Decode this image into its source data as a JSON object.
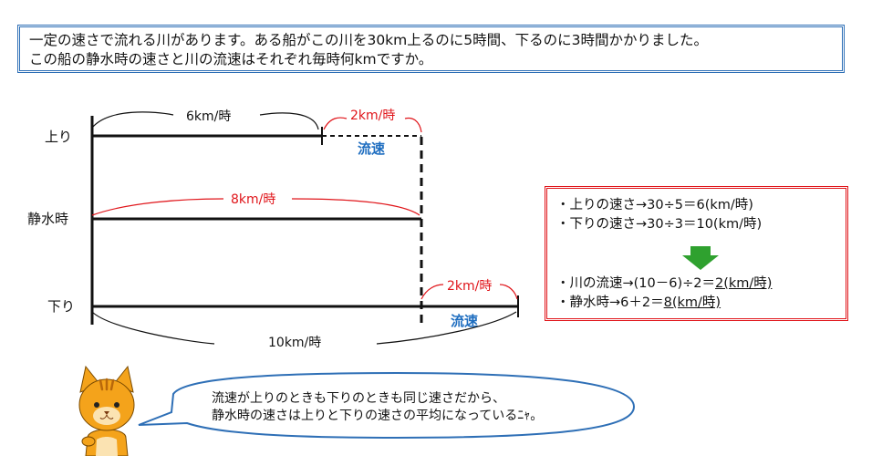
{
  "problem": {
    "line1": "一定の速さで流れる川があります。ある船がこの川を30km上るのに5時間、下るのに3時間かかりました。",
    "line2": "この船の静水時の速さと川の流速はそれぞれ毎時何kmですか。"
  },
  "diagram": {
    "row_labels": {
      "up": "上り",
      "still": "静水時",
      "down": "下り"
    },
    "up_speed": "6km/時",
    "up_current": "2km/時",
    "up_current_name": "流速",
    "still_speed": "8km/時",
    "down_current": "2km/時",
    "down_current_name": "流速",
    "down_speed": "10km/時"
  },
  "calc": {
    "line1": "・上りの速さ→30÷5＝6(km/時)",
    "line2": "・下りの速さ→30÷3＝10(km/時)",
    "line3_prefix": "・川の流速→(10－6)÷2＝",
    "line3_answer": "2(km/時)",
    "line4_prefix": "・静水時→6＋2＝",
    "line4_answer": "8(km/時)"
  },
  "speech": {
    "line1": "流速が上りのときも下りのときも同じ速さだから、",
    "line2": "静水時の速さは上りと下りの速さの平均になっているﾆｬ。"
  },
  "colors": {
    "accent_red": "#e0151a",
    "accent_blue": "#1f6ec0",
    "arrow_green": "#2fa12f",
    "cat_orange": "#f4a31b"
  }
}
